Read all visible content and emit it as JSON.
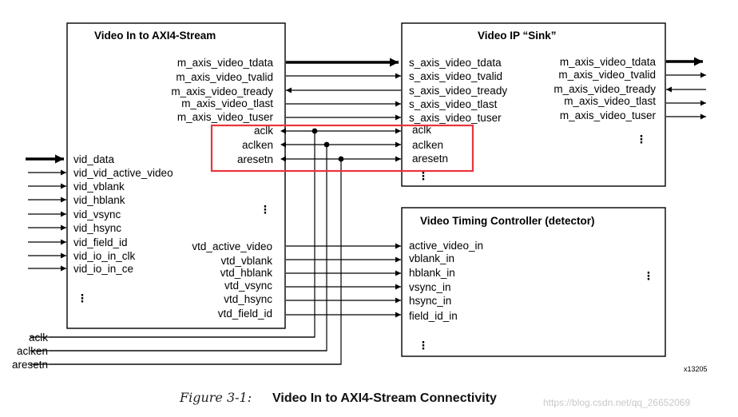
{
  "blocks": {
    "video_in": {
      "title": "Video In to AXI4-Stream",
      "right_ports": [
        "m_axis_video_tdata",
        "m_axis_video_tvalid",
        "m_axis_video_tready",
        "m_axis_video_tlast",
        "m_axis_video_tuser",
        "aclk",
        "aclken",
        "aresetn"
      ],
      "left_ports": [
        "vid_data",
        "vid_vid_active_video",
        "vid_vblank",
        "vid_hblank",
        "vid_vsync",
        "vid_hsync",
        "vid_field_id",
        "vid_io_in_clk",
        "vid_io_in_ce"
      ],
      "vtd_ports": [
        "vtd_active_video",
        "vtd_vblank",
        "vtd_hblank",
        "vtd_vsync",
        "vtd_hsync",
        "vtd_field_id"
      ]
    },
    "sink": {
      "title": "Video IP “Sink”",
      "left_ports": [
        "s_axis_video_tdata",
        "s_axis_video_tvalid",
        "s_axis_video_tready",
        "s_axis_video_tlast",
        "s_axis_video_tuser",
        "aclk",
        "aclken",
        "aresetn"
      ],
      "right_ports": [
        "m_axis_video_tdata",
        "m_axis_video_tvalid",
        "m_axis_video_tready",
        "m_axis_video_tlast",
        "m_axis_video_tuser"
      ]
    },
    "vtc": {
      "title": "Video Timing Controller (detector)",
      "left_ports": [
        "active_video_in",
        "vblank_in",
        "hblank_in",
        "vsync_in",
        "hsync_in",
        "field_id_in"
      ]
    }
  },
  "external_inputs": [
    "aclk",
    "aclken",
    "aresetn"
  ],
  "ellipsis": "⋮",
  "figure_id": "x13205",
  "caption": {
    "label": "Figure 3-1:",
    "title": "Video In to AXI4-Stream Connectivity"
  },
  "watermark": "https://blog.csdn.net/qq_26652069",
  "colors": {
    "highlight": "#e8353b",
    "line": "#000000"
  }
}
